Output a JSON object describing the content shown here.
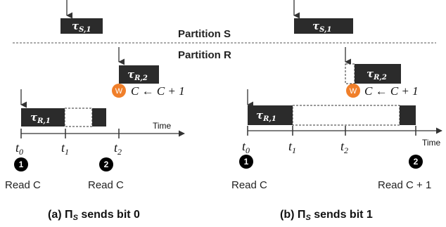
{
  "partitions": {
    "s_label": "Partition S",
    "r_label": "Partition R"
  },
  "time_label": "Time",
  "tasks": {
    "tau_s1_base": "τ",
    "tau_s1_sub": "S,1",
    "tau_r2_base": "τ",
    "tau_r2_sub": "R,2",
    "tau_r1_base": "τ",
    "tau_r1_sub": "R,1"
  },
  "write_badge": "W",
  "write_op": "C ← C + 1",
  "ticks": {
    "t0": "t",
    "t0_sub": "0",
    "t1": "t",
    "t1_sub": "1",
    "t2": "t",
    "t2_sub": "2"
  },
  "steps": {
    "step1": "1",
    "step2": "2"
  },
  "reads": {
    "left_1": "Read C",
    "left_2": "Read C",
    "right_1": "Read C",
    "right_2": "Read C + 1"
  },
  "captions": {
    "left": "(a) Π",
    "left_sub": "S",
    "left_rest": " sends bit 0",
    "right": "(b) Π",
    "right_sub": "S",
    "right_rest": " sends bit 1"
  },
  "colors": {
    "task_fill": "#2b2b2b",
    "task_text": "#ffffff",
    "badge": "#f07f2a",
    "step_fill": "#000000",
    "line": "#333333"
  }
}
